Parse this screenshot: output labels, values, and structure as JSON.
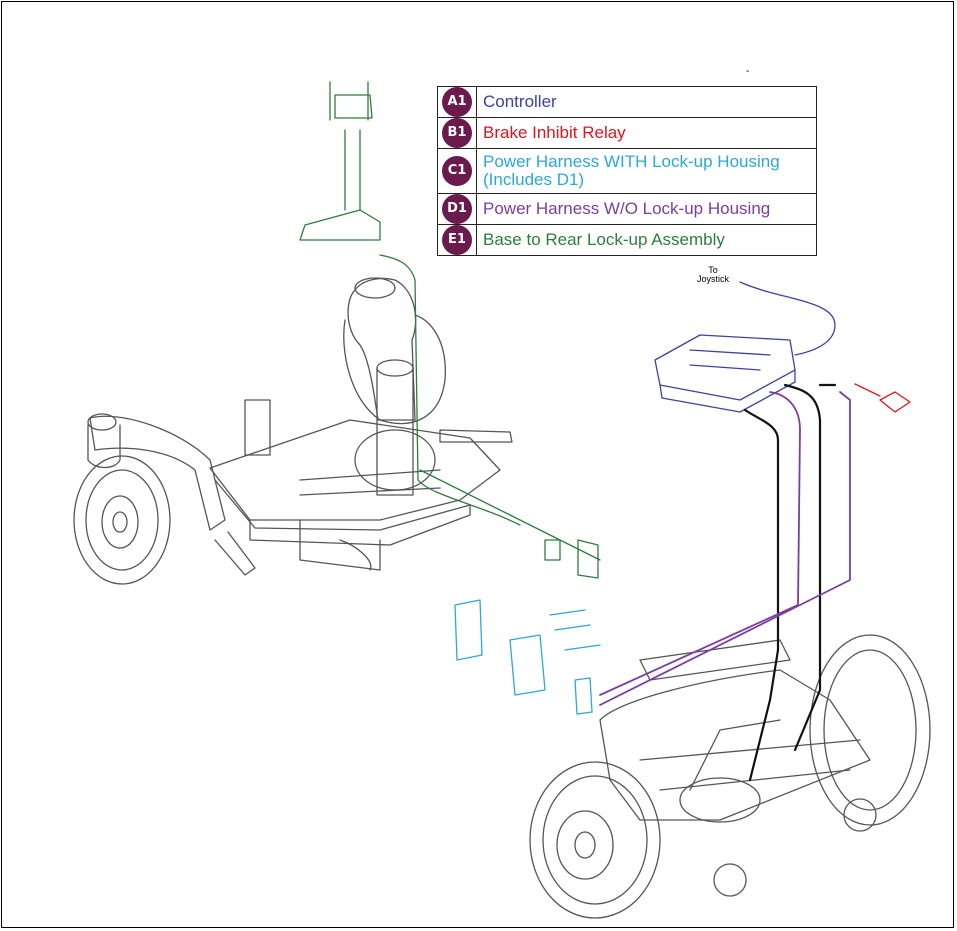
{
  "legend": {
    "items": [
      {
        "badge": "A1",
        "label": "Controller",
        "color": "#3a43a0"
      },
      {
        "badge": "B1",
        "label": "Brake Inhibit Relay",
        "color": "#e3141b"
      },
      {
        "badge": "C1",
        "label": "Power Harness WITH Lock-up Housing (Includes D1)",
        "color": "#2ba7dc"
      },
      {
        "badge": "D1",
        "label": "Power Harness W/O Lock-up Housing",
        "color": "#7a3ea0"
      },
      {
        "badge": "E1",
        "label": "Base to Rear Lock-up Assembly",
        "color": "#2e7d3c"
      }
    ]
  },
  "callouts": {
    "joystick_line1": "To",
    "joystick_line2": "Joystick"
  },
  "colors": {
    "outline": "#555555",
    "badge_bg": "#6b1a4e"
  }
}
